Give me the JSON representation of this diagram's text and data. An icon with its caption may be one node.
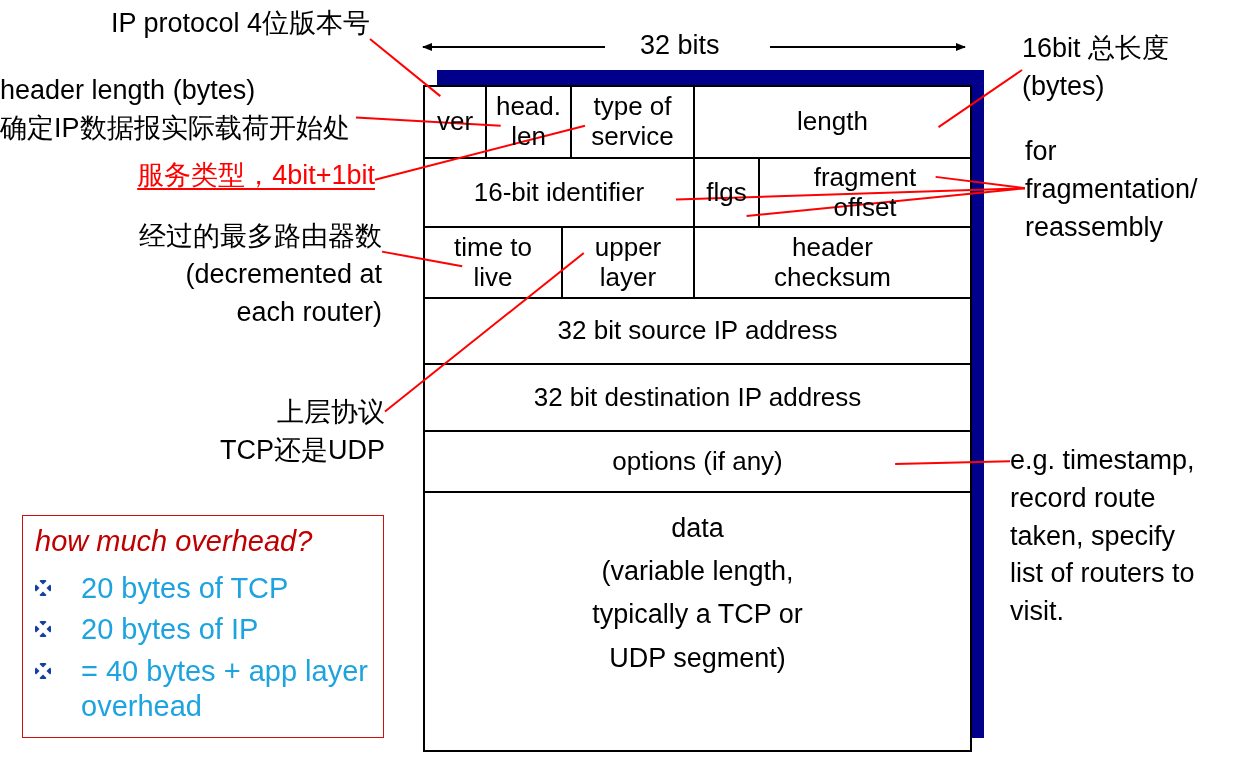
{
  "diagram": {
    "nodes": [
      {
        "text": [
          "ver"
        ]
      },
      {
        "text": [
          "head. len"
        ]
      },
      {
        "text": [
          "type of service"
        ]
      },
      {
        "text": [
          "length"
        ]
      },
      {
        "text": [
          "16-bit identifier"
        ]
      },
      {
        "text": [
          "flgs"
        ]
      },
      {
        "text": [
          "fragment offset"
        ]
      },
      {
        "text": [
          "time to live"
        ]
      },
      {
        "text": [
          "upper layer"
        ]
      },
      {
        "text": [
          "header checksum"
        ]
      },
      {
        "text": [
          "32 bit source IP address"
        ]
      },
      {
        "text": [
          "32 bit destination IP address"
        ]
      },
      {
        "text": [
          "options (if any)"
        ]
      },
      {
        "text": [
          "data",
          "(variable length, typically a TCP or UDP segment)"
        ]
      },
      {
        "text": [
          "IP protocol 4位版本号"
        ]
      },
      {
        "text": [
          "header length (bytes) 确定IP数据报实际载荷开始处"
        ]
      },
      {
        "text": [
          "服务类型，4bit+1bit"
        ]
      },
      {
        "text": [
          "16bit 总长度(bytes)"
        ]
      },
      {
        "text": [
          "for fragmentation/ reassembly"
        ]
      },
      {
        "text": [
          "经过的最多路由器数 (decremented at each router)"
        ]
      },
      {
        "text": [
          "上层协议 TCP还是UDP"
        ]
      },
      {
        "text": [
          "e.g. timestamp, record route taken, specify list of routers to visit."
        ]
      },
      {
        "text": [
          "how much overhead?",
          "20 bytes of TCP",
          "20 bytes of IP",
          "= 40 bytes + app layer overhead"
        ]
      }
    ],
    "edges": [
      {
        "from": 14,
        "to": 0,
        "arrow": "none"
      },
      {
        "from": 15,
        "to": 1,
        "arrow": "none"
      },
      {
        "from": 16,
        "to": 2,
        "arrow": "none"
      },
      {
        "from": 17,
        "to": 3,
        "arrow": "none"
      },
      {
        "from": 18,
        "to": 4,
        "arrow": "none"
      },
      {
        "from": 18,
        "to": 5,
        "arrow": "none"
      },
      {
        "from": 18,
        "to": 6,
        "arrow": "none"
      },
      {
        "from": 19,
        "to": 7,
        "arrow": "none"
      },
      {
        "from": 20,
        "to": 8,
        "arrow": "none"
      },
      {
        "from": 21,
        "to": 12,
        "arrow": "none"
      }
    ],
    "labels": [
      "32 bits"
    ]
  }
}
